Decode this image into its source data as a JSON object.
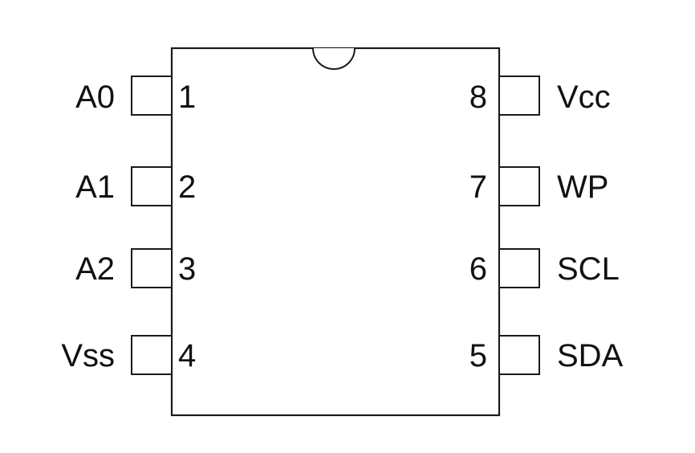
{
  "ic_package": {
    "pins_left": [
      {
        "number": "1",
        "label": "A0"
      },
      {
        "number": "2",
        "label": "A1"
      },
      {
        "number": "3",
        "label": "A2"
      },
      {
        "number": "4",
        "label": "Vss"
      }
    ],
    "pins_right": [
      {
        "number": "8",
        "label": "Vcc"
      },
      {
        "number": "7",
        "label": "WP"
      },
      {
        "number": "6",
        "label": "SCL"
      },
      {
        "number": "5",
        "label": "SDA"
      }
    ]
  }
}
